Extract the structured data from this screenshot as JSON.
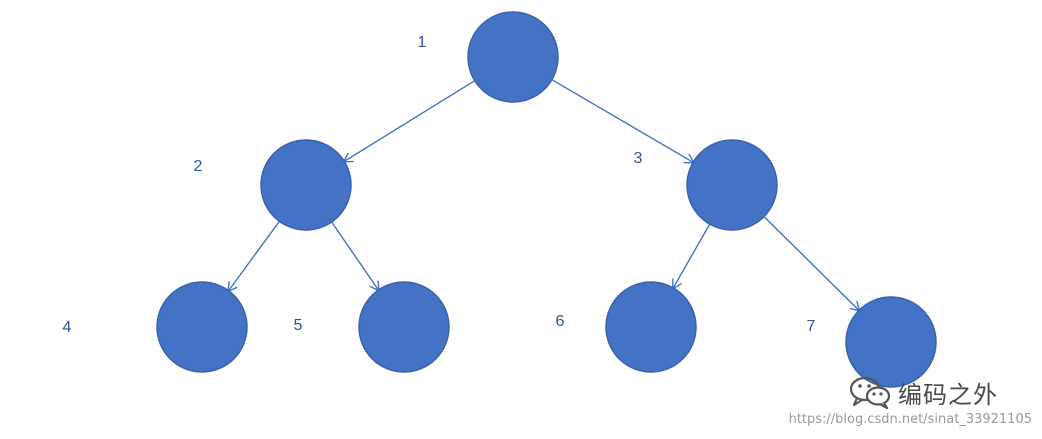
{
  "tree": {
    "nodes": [
      {
        "id": 1,
        "label": "1"
      },
      {
        "id": 2,
        "label": "2"
      },
      {
        "id": 3,
        "label": "3"
      },
      {
        "id": 4,
        "label": "4"
      },
      {
        "id": 5,
        "label": "5"
      },
      {
        "id": 6,
        "label": "6"
      },
      {
        "id": 7,
        "label": "7"
      }
    ],
    "edges": [
      {
        "from": 1,
        "to": 2
      },
      {
        "from": 1,
        "to": 3
      },
      {
        "from": 2,
        "to": 4
      },
      {
        "from": 2,
        "to": 5
      },
      {
        "from": 3,
        "to": 6
      },
      {
        "from": 3,
        "to": 7
      }
    ],
    "colors": {
      "node_fill": "#4472c4",
      "edge": "#4472c4",
      "label": "#2f5597"
    }
  },
  "watermark": {
    "brand": "编码之外",
    "brand_icon": "wechat-icon",
    "url": "https://blog.csdn.net/sinat_33921105"
  }
}
